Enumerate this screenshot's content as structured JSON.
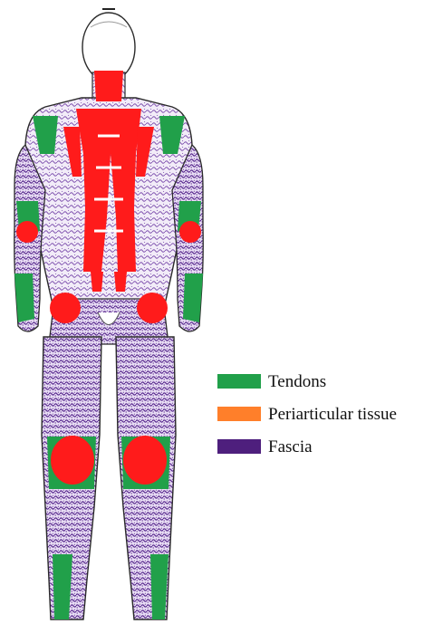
{
  "legend": {
    "items": [
      {
        "label": "Tendons",
        "color": "#21a04a"
      },
      {
        "label": "Periarticular tissue",
        "color": "#ff7f2a"
      },
      {
        "label": "Fascia",
        "color": "#4e1f7d"
      }
    ]
  },
  "colors": {
    "fascia": "#6d3b9a",
    "fascia_dark": "#4e1f7d",
    "tendon": "#21a04a",
    "periarticular": "#ff7f2a",
    "highlight_red": "#ff1b1b",
    "outline": "#222222",
    "body_fill": "#e7e2f0"
  }
}
